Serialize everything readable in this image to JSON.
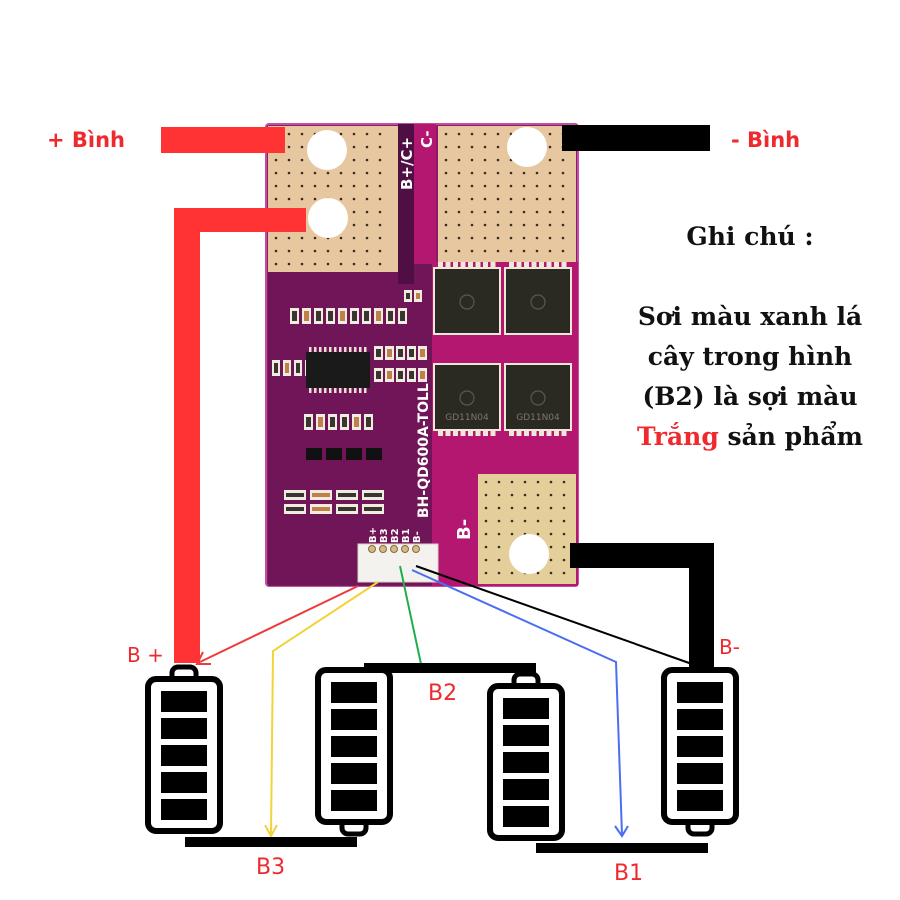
{
  "labels": {
    "pos_battery": "+ Bình",
    "neg_battery": "- Bình",
    "b_plus": "B +",
    "b_minus": "B-",
    "b1": "B1",
    "b2": "B2",
    "b3": "B3"
  },
  "note": {
    "title": "Ghi chú :",
    "line1": "Sơi màu xanh lá",
    "line2": "cây trong hình",
    "line3": "(B2) là sợi màu",
    "line4_highlight": "Trắng",
    "line4_rest": " sản phẩm"
  },
  "pcb": {
    "top_label_left": "B+/C+",
    "top_label_right": "C-",
    "model": "BH-QD600A-TOLL",
    "bminus_pad_label": "B-",
    "connector_pins": [
      "B+",
      "B3",
      "B2",
      "B1",
      "B-"
    ],
    "mosfet_marking": "GD11N04"
  },
  "colors": {
    "accent_red": "#ee2a2f",
    "pcb_purple": "#7a1660",
    "pcb_magenta": "#b0186e",
    "copper_pad": "#e8c9a0",
    "wire_bplus": "#ee3a3a",
    "wire_b3": "#f2d33a",
    "wire_b2": "#1fae4b",
    "wire_b1": "#4a6ff0",
    "wire_bminus": "#000000"
  },
  "batteries": [
    {
      "id": "cell-1",
      "terminal": "top"
    },
    {
      "id": "cell-2",
      "terminal": "bottom"
    },
    {
      "id": "cell-3",
      "terminal": "top"
    },
    {
      "id": "cell-4",
      "terminal": "bottom"
    }
  ]
}
